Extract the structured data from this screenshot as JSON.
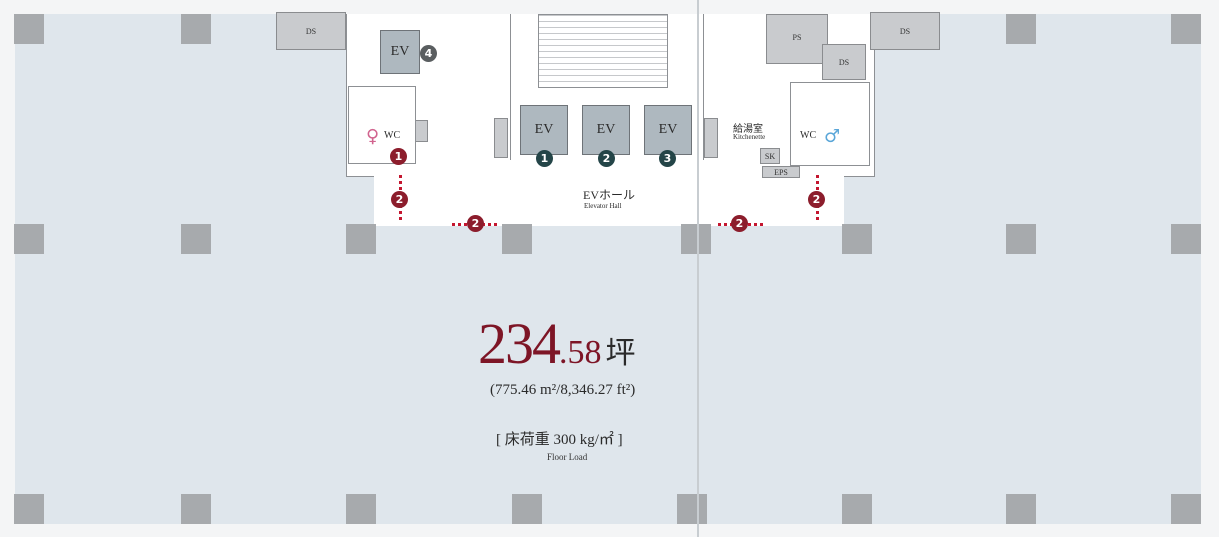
{
  "area": {
    "tsubo_int": "234",
    "tsubo_dec": ".58",
    "tsubo_unit": "坪",
    "sub": "(775.46 m²/8,346.27 ft²)"
  },
  "floor_load": {
    "label": "床荷重 300 kg/㎡",
    "english": "Floor Load"
  },
  "elevator_hall": {
    "label_jp": "EVホール",
    "label_en": "Elevator Hall"
  },
  "kitchenette": {
    "label_jp": "給湯室",
    "label_en": "Kitchenette"
  },
  "rooms": {
    "ev": "EV",
    "wc": "WC",
    "ds": "DS",
    "ps": "PS",
    "sk": "SK",
    "eps": "EPS"
  },
  "badges": {
    "one": "1",
    "two": "2",
    "three": "3",
    "four": "4"
  },
  "colors": {
    "accent": "#8c1d2c",
    "floor": "#dfe6ec",
    "pillar": "#a7aaad"
  }
}
